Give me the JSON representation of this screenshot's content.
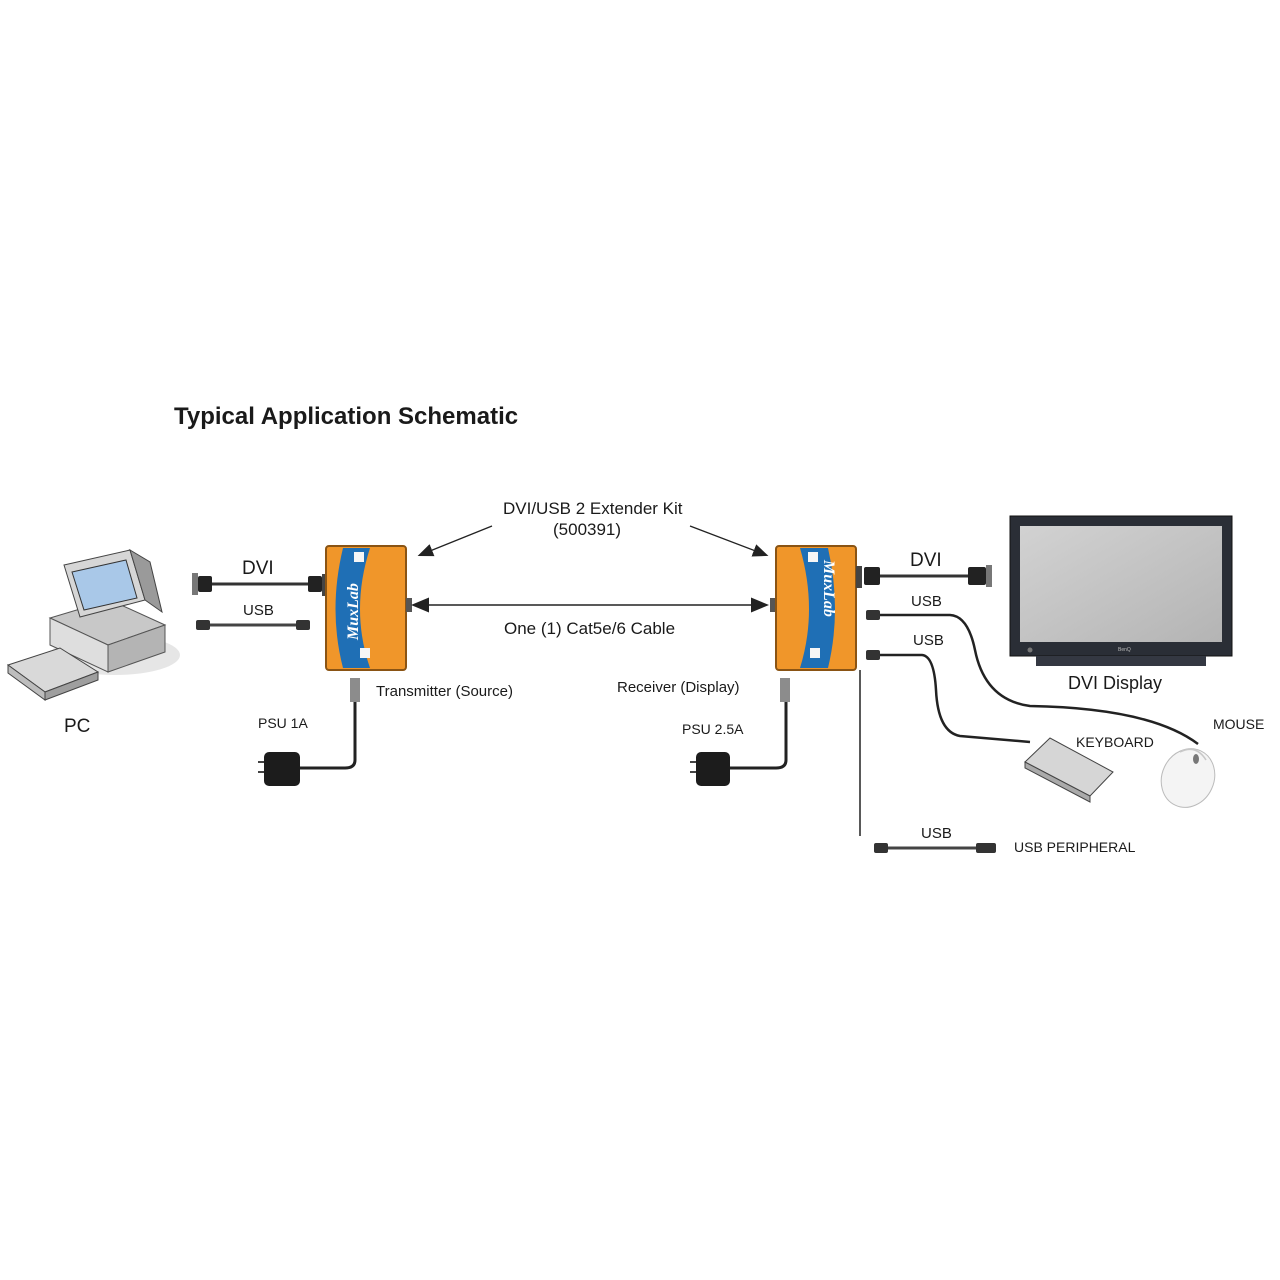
{
  "title": "Typical Application Schematic",
  "kit": {
    "name": "DVI/USB 2 Extender Kit",
    "part": "(500391)"
  },
  "cable_label": "One (1) Cat5e/6 Cable",
  "pc": {
    "label": "PC",
    "dvi_label": "DVI",
    "usb_label": "USB"
  },
  "transmitter": {
    "label": "Transmitter (Source)",
    "psu_label": "PSU 1A",
    "brand": "MuxLab"
  },
  "receiver": {
    "label": "Receiver (Display)",
    "psu_label": "PSU 2.5A",
    "brand": "MuxLab"
  },
  "display": {
    "label": "DVI Display",
    "dvi_label": "DVI",
    "brand": "BenQ"
  },
  "peripherals": {
    "usb_mouse_label": "USB",
    "usb_keyboard_label": "USB",
    "mouse_label": "MOUSE",
    "keyboard_label": "KEYBOARD",
    "usb_peripheral_cable_label": "USB",
    "usb_peripheral_label": "USB PERIPHERAL"
  },
  "colors": {
    "device_orange": "#f0962a",
    "device_blue": "#1f6fb5",
    "cable": "#222222"
  }
}
